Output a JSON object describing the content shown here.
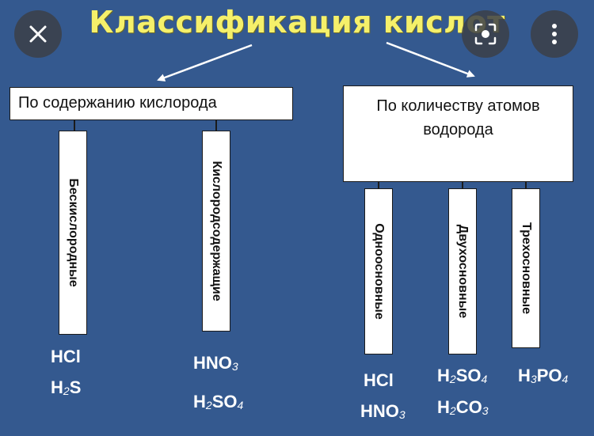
{
  "title": "Классификация  кислот",
  "overlay": {
    "close_icon": "close-icon",
    "lens_icon": "lens-icon",
    "more_icon": "more-vert-icon"
  },
  "left_branch": {
    "label": "По содержанию кислорода",
    "groups": [
      {
        "label": "Бескислородные",
        "formulas": [
          {
            "parts": [
              "HCl"
            ]
          },
          {
            "parts": [
              "H",
              "2",
              "S"
            ]
          }
        ]
      },
      {
        "label": "Кислородсодержащие",
        "formulas": [
          {
            "parts": [
              "HNO",
              "3",
              ""
            ]
          },
          {
            "parts": [
              "H",
              "2",
              "SO",
              "4",
              ""
            ]
          }
        ]
      }
    ]
  },
  "right_branch": {
    "label_line1": "По количеству атомов",
    "label_line2": "водорода",
    "groups": [
      {
        "label": "Одноосновные",
        "formulas": [
          {
            "parts": [
              "HCl"
            ]
          },
          {
            "parts": [
              "HNO",
              "3",
              ""
            ]
          }
        ]
      },
      {
        "label": "Двухосновные",
        "formulas": [
          {
            "parts": [
              "H",
              "2",
              "SO",
              "4",
              ""
            ]
          },
          {
            "parts": [
              "H",
              "2",
              "CO",
              "3",
              ""
            ]
          }
        ]
      },
      {
        "label": "Трехосновные",
        "formulas": [
          {
            "parts": [
              "H",
              "3",
              "PO",
              "4",
              ""
            ]
          }
        ]
      }
    ]
  }
}
